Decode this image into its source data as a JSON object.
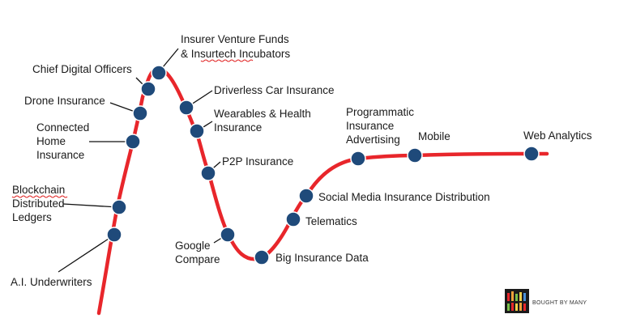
{
  "diagram": {
    "colors": {
      "curve": "#e8262b",
      "dot": "#1f4a7a",
      "text": "#1a1a1a",
      "leader": "#111111"
    },
    "labels": {
      "ai_underwriters": [
        "A.I. Underwriters"
      ],
      "blockchain": [
        "Blockchain",
        "Distributed",
        "Ledgers"
      ],
      "connected_home": [
        "Connected",
        "Home",
        "Insurance"
      ],
      "drone": [
        "Drone Insurance"
      ],
      "chief_digital": [
        "Chief Digital Officers"
      ],
      "venture_funds": [
        "Insurer Venture Funds",
        "& Insurtech Incubators"
      ],
      "driverless": [
        "Driverless Car Insurance"
      ],
      "wearables": [
        "Wearables & Health",
        "Insurance"
      ],
      "p2p": [
        "P2P Insurance"
      ],
      "google": [
        "Google",
        "Compare"
      ],
      "big_data": [
        "Big Insurance Data"
      ],
      "telematics": [
        "Telematics"
      ],
      "social_media": [
        "Social Media Insurance Distribution"
      ],
      "programmatic": [
        "Programmatic",
        "Insurance",
        "Advertising"
      ],
      "mobile": [
        "Mobile"
      ],
      "web_analytics": [
        "Web Analytics"
      ]
    },
    "logo": {
      "text": "BOUGHT BY MANY",
      "icon": "bought-by-many-logo-icon"
    }
  }
}
